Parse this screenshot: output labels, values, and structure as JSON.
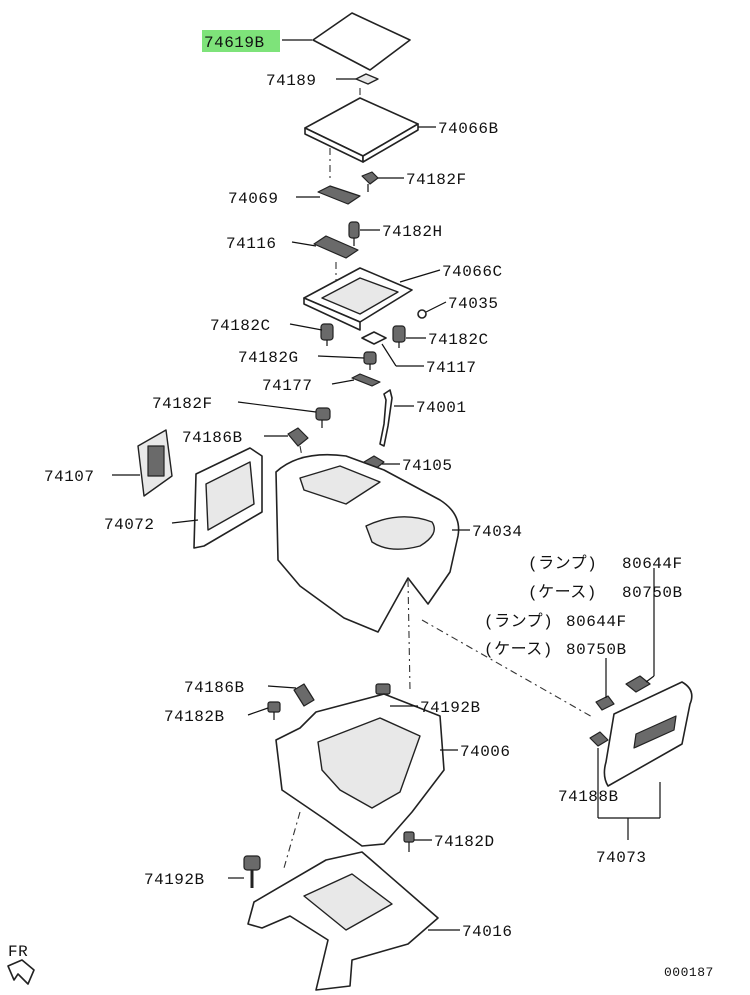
{
  "part_labels": {
    "p74619B": "74619B",
    "p74189": "74189",
    "p74066B": "74066B",
    "p74182F_top": "74182F",
    "p74069": "74069",
    "p74116": "74116",
    "p74182H": "74182H",
    "p74066C": "74066C",
    "p74035": "74035",
    "p74182C_left": "74182C",
    "p74182C_right": "74182C",
    "p74182G": "74182G",
    "p74117": "74117",
    "p74177": "74177",
    "p74182F_mid": "74182F",
    "p74001": "74001",
    "p74186B_top": "74186B",
    "p74105": "74105",
    "p74107": "74107",
    "p74072": "74072",
    "p74034": "74034",
    "lamp1_label": "(ランプ)",
    "lamp1_num": "80644F",
    "case1_label": "(ケース)",
    "case1_num": "80750B",
    "lamp2_label": "(ランプ)",
    "lamp2_num": "80644F",
    "case2_label": "(ケース)",
    "case2_num": "80750B",
    "p74186B_low": "74186B",
    "p74182B": "74182B",
    "p74192B_top": "74192B",
    "p74006": "74006",
    "p74188B": "74188B",
    "p74182D": "74182D",
    "p74073": "74073",
    "p74192B_low": "74192B",
    "p74016": "74016"
  },
  "front_marker": "FR",
  "diagram_code": "000187",
  "highlight_color": "#7ee37a"
}
